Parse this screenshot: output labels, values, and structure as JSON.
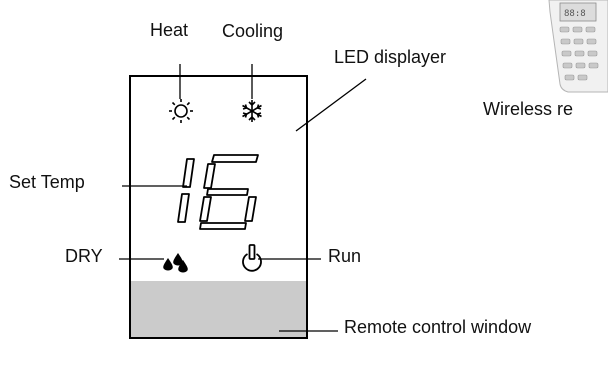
{
  "labels": {
    "heat": "Heat",
    "cooling": "Cooling",
    "led_displayer": "LED displayer",
    "wireless_remote": "Wireless re",
    "set_temp": "Set Temp",
    "dry": "DRY",
    "run": "Run",
    "remote_control_window": "Remote control window"
  },
  "display": {
    "temperature": "16"
  },
  "icons": [
    "sun-icon",
    "snowflake-icon",
    "water-drops-icon",
    "power-icon",
    "remote-controller-icon"
  ],
  "colors": {
    "line": "#000000",
    "window_fill": "#cbcbcb",
    "text": "#111111"
  }
}
